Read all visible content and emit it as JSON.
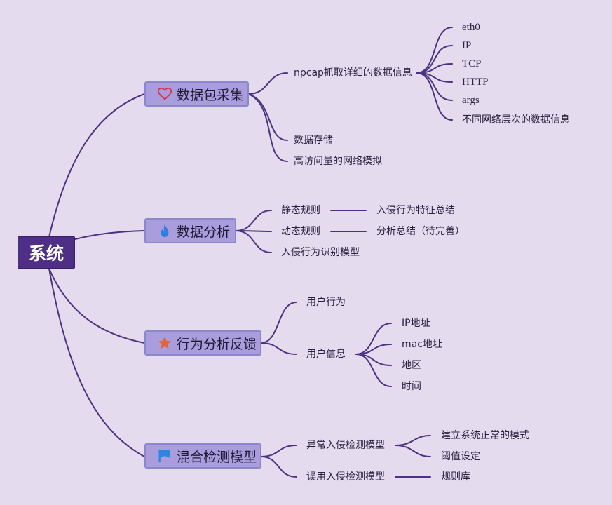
{
  "root": {
    "label": "系统"
  },
  "branches": [
    {
      "label": "数据包采集",
      "icon": "heart-icon",
      "children": [
        {
          "label": "npcap抓取详细的数据信息",
          "children": [
            "eth0",
            "IP",
            "TCP",
            "HTTP",
            "args",
            "不同网络层次的数据信息"
          ]
        },
        {
          "label": "数据存储"
        },
        {
          "label": "高访问量的网络模拟"
        }
      ]
    },
    {
      "label": "数据分析",
      "icon": "flame-icon",
      "children": [
        {
          "label": "静态规则",
          "children": [
            "入侵行为特征总结"
          ]
        },
        {
          "label": "动态规则",
          "children": [
            "分析总结（待完善）"
          ]
        },
        {
          "label": "入侵行为识别模型"
        }
      ]
    },
    {
      "label": "行为分析反馈",
      "icon": "star-icon",
      "children": [
        {
          "label": "用户行为"
        },
        {
          "label": "用户信息",
          "children": [
            "IP地址",
            "mac地址",
            "地区",
            "时间"
          ]
        }
      ]
    },
    {
      "label": "混合检测模型",
      "icon": "flag-icon",
      "children": [
        {
          "label": "异常入侵检测模型",
          "children": [
            "建立系统正常的模式",
            "阈值设定"
          ]
        },
        {
          "label": "误用入侵检测模型",
          "children": [
            "规则库"
          ]
        }
      ]
    }
  ],
  "colors": {
    "background": "#e4dcee",
    "root_fill": "#4f2f86",
    "branch_fill": "#a99ddd",
    "line": "#4b3384",
    "heart": "#d9344a",
    "flame": "#2f7fe0",
    "star": "#e2663a",
    "flag": "#2a86e0"
  }
}
